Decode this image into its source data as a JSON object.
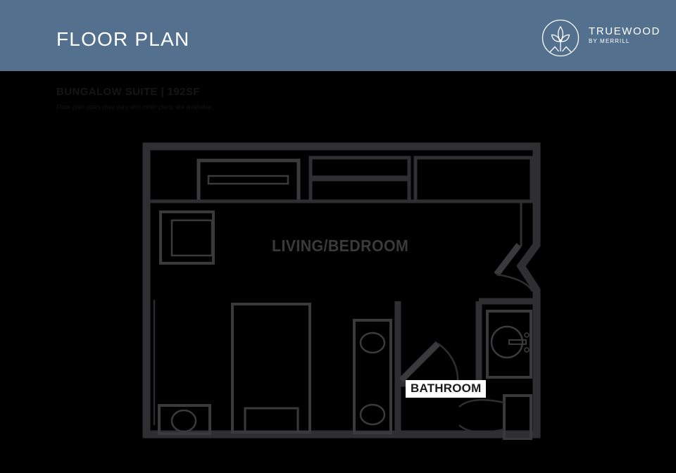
{
  "header": {
    "title": "FLOOR PLAN",
    "band_color": "#54708f",
    "text_color": "#ffffff"
  },
  "logo": {
    "icon": "truewood-leaf-circle-logo",
    "name": "TRUEWOOD",
    "subtitle": "BY MERRILL"
  },
  "plan_info": {
    "name": "BUNGALOW SUITE  |  192SF",
    "note": "Floor plan sizes may vary and other plans are available."
  },
  "floor_plan": {
    "wall_color": "#2f2f31",
    "fixture_stroke": "#3a3a3c",
    "background": "#000000",
    "rooms": [
      {
        "name": "LIVING/BEDROOM",
        "label_color": "#3a3a3a"
      },
      {
        "name": "BATHROOM",
        "label_color": "#1a1a1a",
        "label_background": "#ffffff"
      }
    ],
    "fixtures": [
      "kitchen-counter-upper",
      "closet-top-left",
      "closet-top-middle",
      "closet-top-right",
      "wardrobe-left",
      "bed",
      "nightstand",
      "kitchenette-counter",
      "base-cabinet-sink",
      "dresser",
      "bathroom-sink",
      "toilet",
      "entry-door",
      "bathroom-door"
    ]
  }
}
